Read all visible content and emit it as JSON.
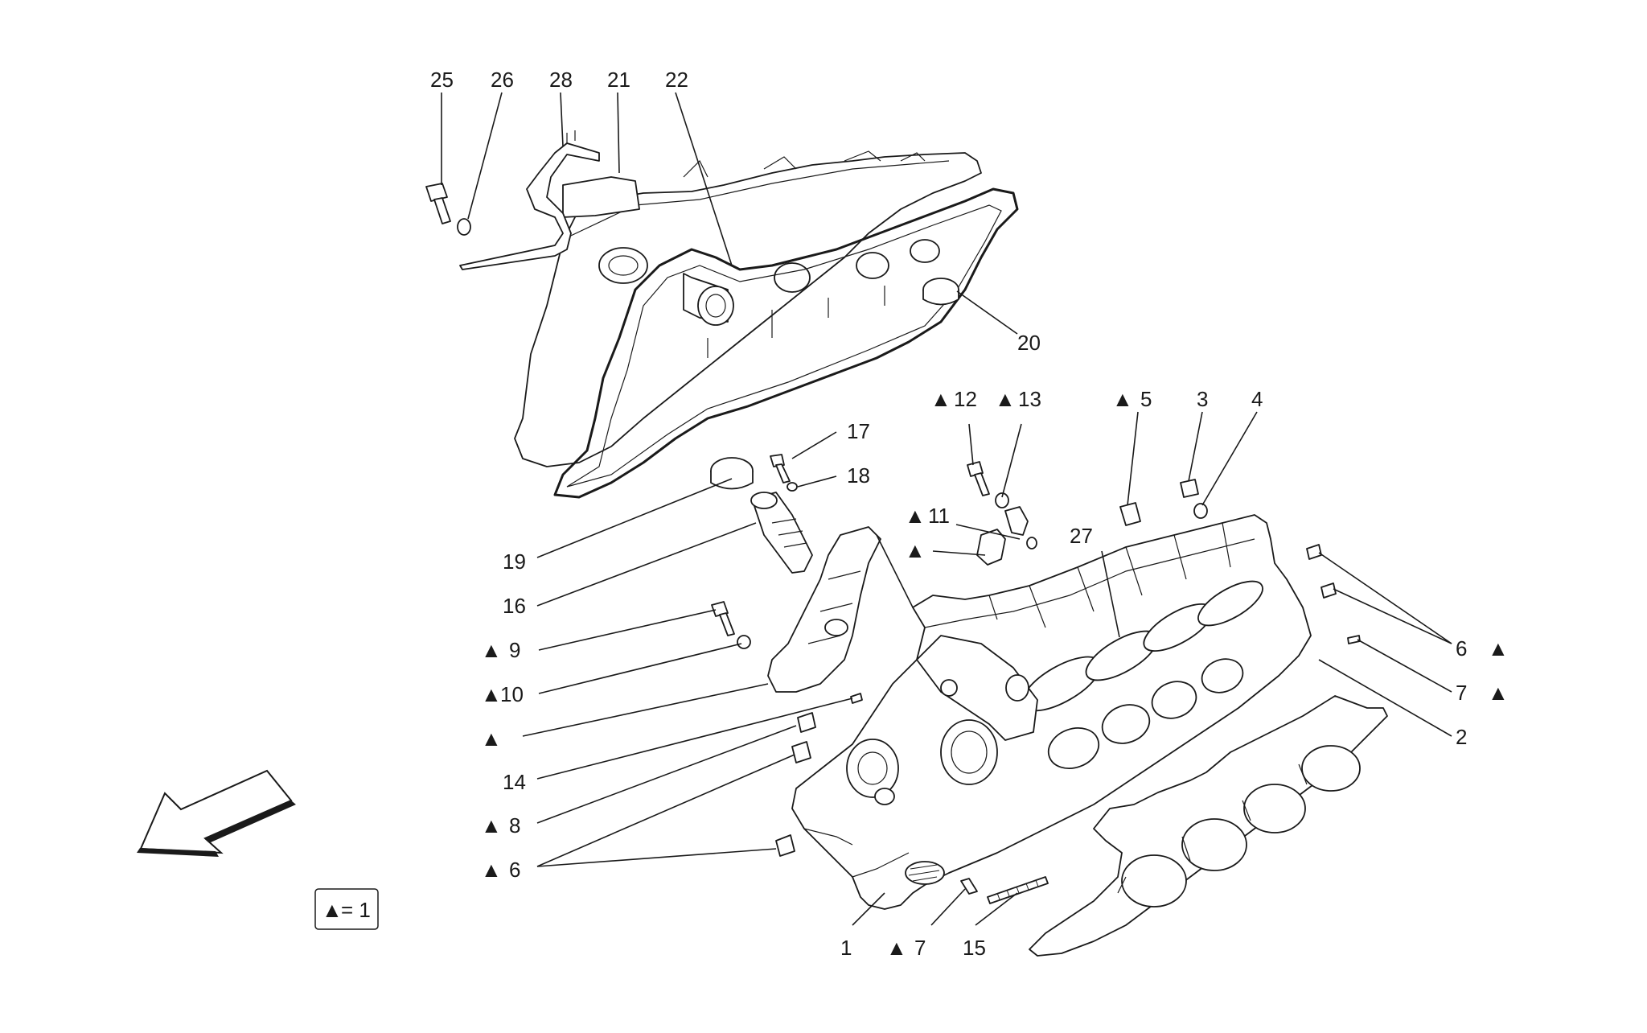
{
  "legend": {
    "marker": "▲",
    "text": "= 1"
  },
  "triangle_glyph": "▲",
  "callouts": [
    {
      "id": "25",
      "text": "25",
      "tri": false
    },
    {
      "id": "26",
      "text": "26",
      "tri": false
    },
    {
      "id": "28",
      "text": "28",
      "tri": false
    },
    {
      "id": "21",
      "text": "21",
      "tri": false
    },
    {
      "id": "22",
      "text": "22",
      "tri": false
    },
    {
      "id": "20",
      "text": "20",
      "tri": false
    },
    {
      "id": "17",
      "text": "17",
      "tri": false
    },
    {
      "id": "18",
      "text": "18",
      "tri": false
    },
    {
      "id": "19",
      "text": "19",
      "tri": false
    },
    {
      "id": "16",
      "text": "16",
      "tri": false
    },
    {
      "id": "9",
      "text": "9",
      "tri": true
    },
    {
      "id": "10",
      "text": "10",
      "tri": true
    },
    {
      "id": "blank",
      "text": "",
      "tri": true
    },
    {
      "id": "14",
      "text": "14",
      "tri": false
    },
    {
      "id": "8",
      "text": "8",
      "tri": true
    },
    {
      "id": "6left",
      "text": "6",
      "tri": true
    },
    {
      "id": "1",
      "text": "1",
      "tri": false
    },
    {
      "id": "7bottom",
      "text": "7",
      "tri": true
    },
    {
      "id": "15",
      "text": "15",
      "tri": false
    },
    {
      "id": "12",
      "text": "12",
      "tri": true
    },
    {
      "id": "13",
      "text": "13",
      "tri": true
    },
    {
      "id": "5",
      "text": "5",
      "tri": true
    },
    {
      "id": "3",
      "text": "3",
      "tri": false
    },
    {
      "id": "4",
      "text": "4",
      "tri": false
    },
    {
      "id": "11",
      "text": "11",
      "tri": true
    },
    {
      "id": "blank2",
      "text": "",
      "tri": true
    },
    {
      "id": "27",
      "text": "27",
      "tri": false
    },
    {
      "id": "6right",
      "text": "6",
      "tri": true
    },
    {
      "id": "7right",
      "text": "7",
      "tri": true
    },
    {
      "id": "2",
      "text": "2",
      "tri": false
    }
  ]
}
